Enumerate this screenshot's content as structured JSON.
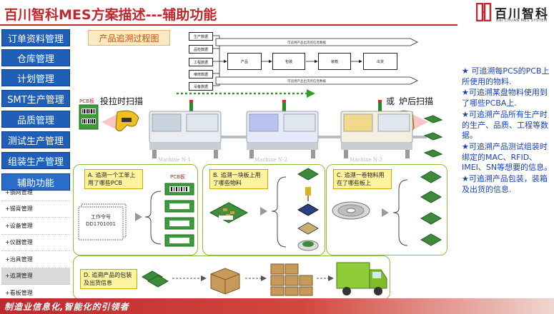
{
  "header": {
    "title": "百川智科MES方案描述---辅助功能",
    "logo_name": "百川智科",
    "logo_sub": "BAI CHUAN MES SYSTEM"
  },
  "sidebar": {
    "menu": [
      {
        "label": "订单资料管理"
      },
      {
        "label": "仓库管理"
      },
      {
        "label": "计划管理"
      },
      {
        "label": "SMT生产管理"
      },
      {
        "label": "品质管理"
      },
      {
        "label": "测试生产管理"
      },
      {
        "label": "组装生产管理"
      },
      {
        "label": "辅助功能"
      }
    ],
    "submenu": [
      {
        "label": "+钢网管理"
      },
      {
        "label": "+锡膏管理"
      },
      {
        "label": "+设备管理"
      },
      {
        "label": "+仪器管理"
      },
      {
        "label": "+治具管理"
      },
      {
        "label": "+追溯管理"
      },
      {
        "label": "+看板管理"
      }
    ]
  },
  "diagram": {
    "title": "产品追溯过程图",
    "left_boxes": [
      "生产数据",
      "品检数据",
      "工程数据",
      "维修数据",
      "设备数据"
    ],
    "stages": [
      "产品",
      "包装",
      "装箱",
      "出货"
    ],
    "top_arrow_text": "可追溯产品出货的信息数据",
    "bottom_arrow_text": "可追溯产品出货的信息数据"
  },
  "scan": {
    "pcb_tag": "PCB板",
    "before_label": "投拉时扫描",
    "or_label": "或",
    "after_label": "炉后扫描",
    "machines": [
      "Machine N-1",
      "Machine N-2",
      "Machine N-3"
    ]
  },
  "sections": {
    "a_title": "A. 追溯一个工单上用了哪些PCB",
    "a_pcb_tag": "PCB板",
    "a_workorder": "工作令号",
    "a_workorder_no": "DD1701001",
    "b_title": "B. 追溯一块板上用了哪些物料",
    "c_title": "C. 追溯一卷物料用在了哪些板上",
    "d_title": "D. 追溯产品的包装及出货信息"
  },
  "right_panel": {
    "items": [
      "★ 可追溯每PCS的PCB上所使用的物料.",
      "★可追溯某盘物料使用到了哪些PCBA上.",
      "★可追溯产品所有生产时的生产、品质、工程等数据。",
      "★可追溯产品测试组装时绑定的MAC、RFID、IMEI、SN等想要的信息。",
      "★可追溯产品包装，装箱及出货的信息."
    ]
  },
  "footer": {
    "slogan": "制造业信息化,智能化的引领者"
  },
  "colors": {
    "brand_red": "#c0282e",
    "menu_blue": "#1f5fb8",
    "highlight_green": "#8fbf3a",
    "text_blue": "#1a43b8"
  }
}
